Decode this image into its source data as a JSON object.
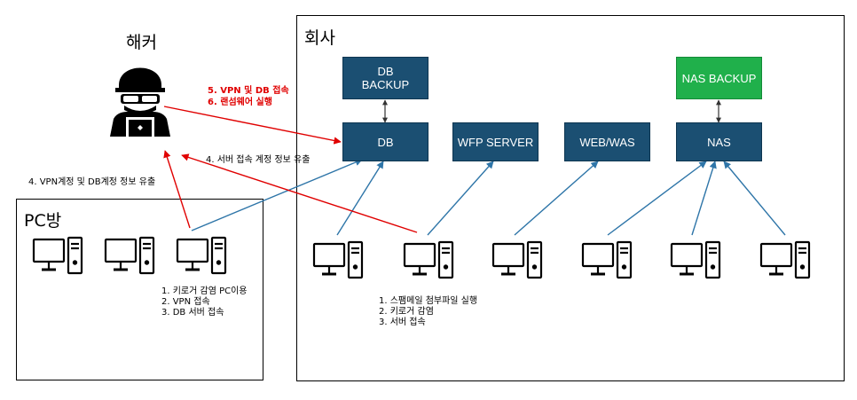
{
  "hacker": {
    "label": "해커"
  },
  "company": {
    "label": "회사"
  },
  "pcroom": {
    "label": "PC방"
  },
  "nodes": {
    "db_backup": "DB\nBACKUP",
    "nas_backup": "NAS BACKUP",
    "db": "DB",
    "wfp": "WFP SERVER",
    "web": "WEB/WAS",
    "nas": "NAS"
  },
  "attack": {
    "line1": "5. VPN 및 DB 접속",
    "line2": "6. 랜섬웨어 실행"
  },
  "edge_labels": {
    "server_leak": "4. 서버 접속 계정 정보 유출",
    "vpn_leak": "4. VPN계정 및 DB계정 정보 유출"
  },
  "pcroom_steps": "1. 키로거 감염 PC이용\n2. VPN 접속\n3. DB 서버 접속",
  "company_steps": "1. 스팸메일 첨부파일 실행\n2. 키로거 감염\n3. 서버 접속",
  "colors": {
    "node": "#1b4f72",
    "backup_green": "#20b04b",
    "attack_red": "#e00000",
    "link_blue": "#2e75a8"
  },
  "icons": {
    "hacker": "hacker-icon",
    "pc": "desktop-pc-icon"
  }
}
